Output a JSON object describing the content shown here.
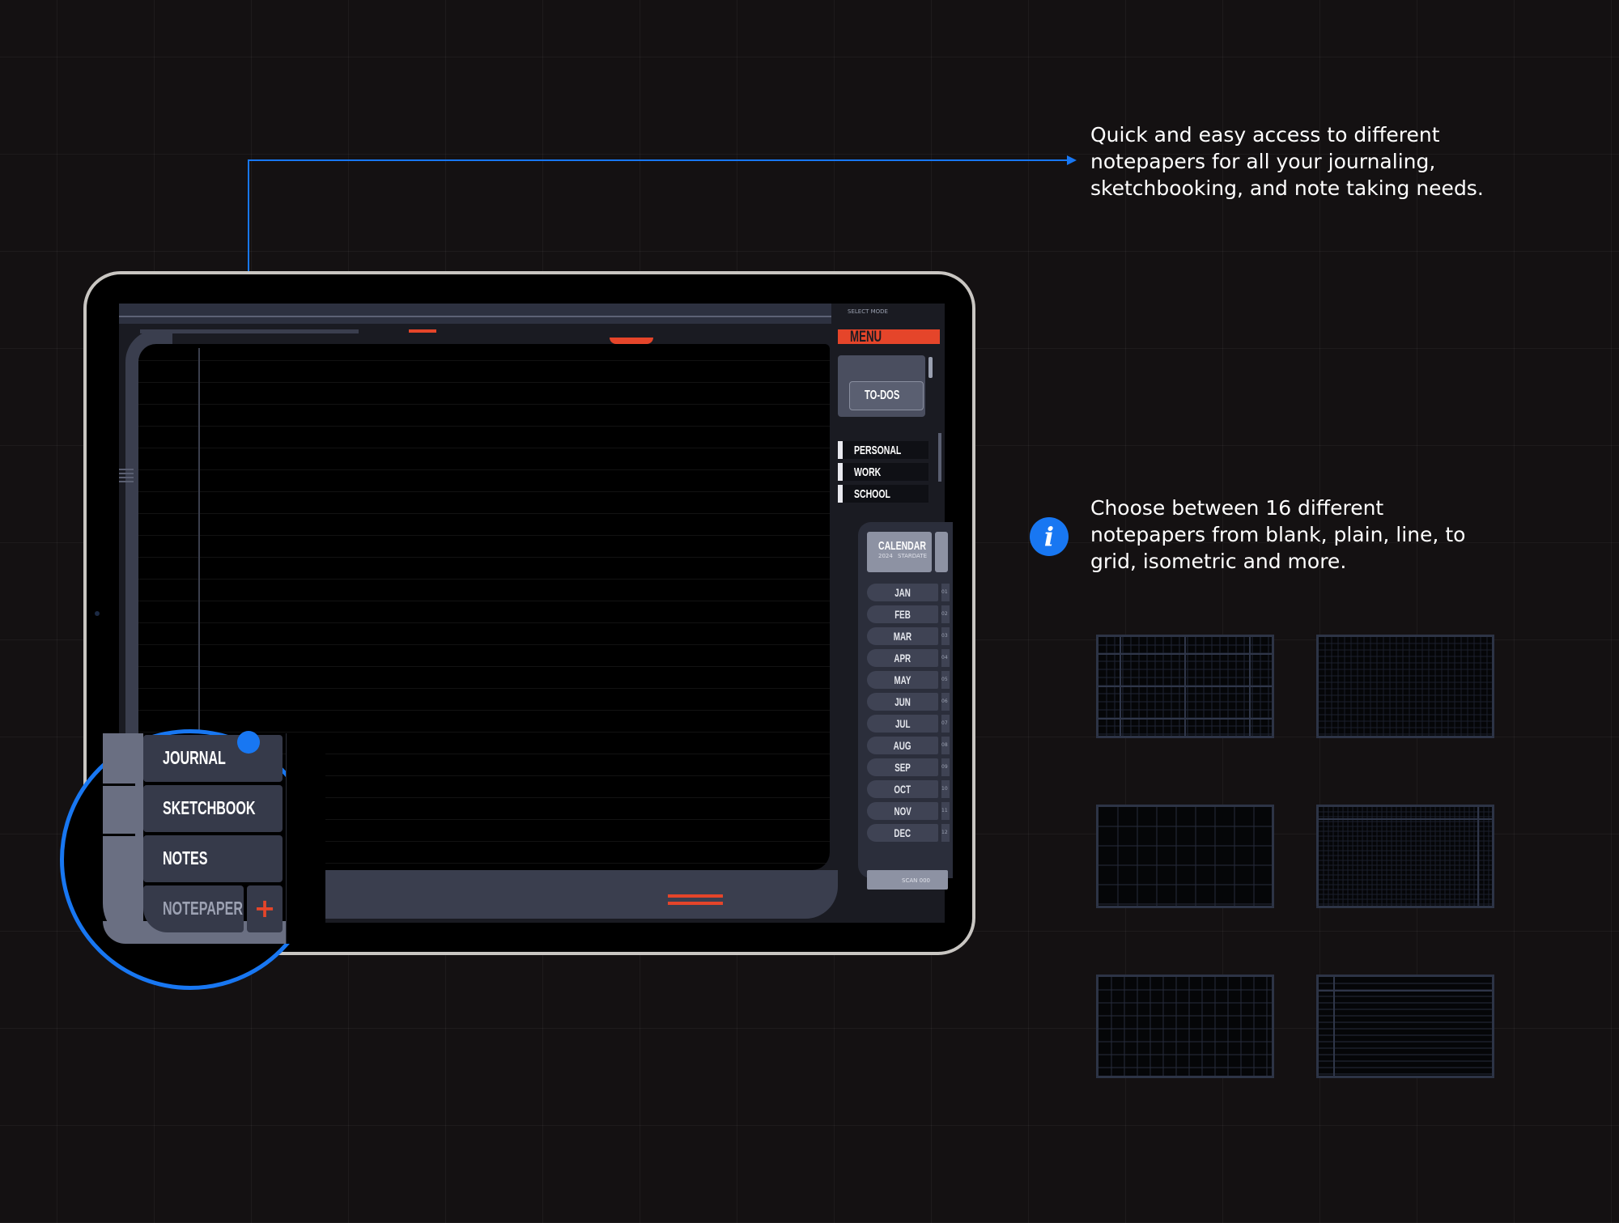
{
  "annotation_top": "Quick and easy access to different notepapers for all your journaling, sketchbooking, and note taking needs.",
  "annotation_info": "Choose between 16 different notepapers from blank, plain, line, to grid, isometric and more.",
  "app": {
    "select_mode_label": "SELECT MODE",
    "menu_title": "MENU",
    "todos_label": "TO-DOS",
    "todo_lists": [
      "PERSONAL",
      "WORK",
      "SCHOOL"
    ],
    "calendar_title": "CALENDAR",
    "calendar_year": "2024",
    "calendar_subtitle": "STARDATE",
    "months": [
      "JAN",
      "FEB",
      "MAR",
      "APR",
      "MAY",
      "JUN",
      "JUL",
      "AUG",
      "SEP",
      "OCT",
      "NOV",
      "DEC"
    ],
    "month_numbers": [
      "01",
      "02",
      "03",
      "04",
      "05",
      "06",
      "07",
      "08",
      "09",
      "10",
      "11",
      "12"
    ],
    "calendar_footer": "SCAN 000"
  },
  "zoom_menu": {
    "items": [
      "JOURNAL",
      "SKETCHBOOK",
      "NOTES"
    ],
    "notepaper_label": "NOTEPAPER",
    "add_symbol": "+"
  },
  "colors": {
    "accent": "#e5452a",
    "callout_blue": "#1877f2",
    "background": "#141112"
  },
  "icons": [
    "info-icon",
    "plus-icon"
  ]
}
